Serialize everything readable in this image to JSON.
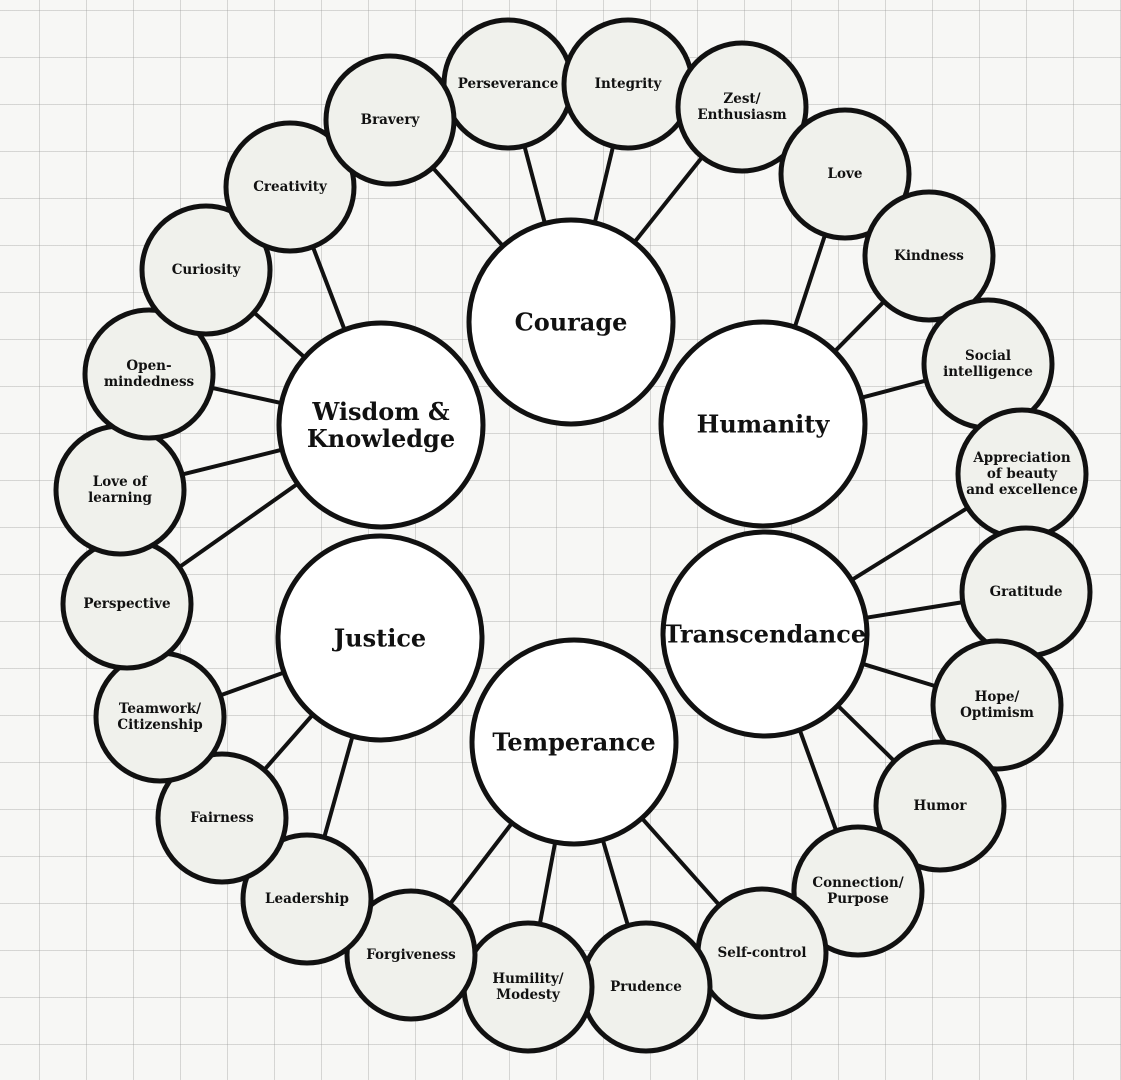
{
  "virtues": [
    {
      "id": "courage",
      "lines": [
        "Courage"
      ]
    },
    {
      "id": "humanity",
      "lines": [
        "Humanity"
      ]
    },
    {
      "id": "transcendance",
      "lines": [
        "Transcendance"
      ]
    },
    {
      "id": "temperance",
      "lines": [
        "Temperance"
      ]
    },
    {
      "id": "justice",
      "lines": [
        "Justice"
      ]
    },
    {
      "id": "wisdom",
      "lines": [
        "Wisdom &",
        "Knowledge"
      ]
    }
  ],
  "strengths": [
    {
      "id": "perseverance",
      "virtue": "courage",
      "lines": [
        "Perseverance"
      ]
    },
    {
      "id": "integrity",
      "virtue": "courage",
      "lines": [
        "Integrity"
      ]
    },
    {
      "id": "zest",
      "virtue": "courage",
      "lines": [
        "Zest/",
        "Enthusiasm"
      ]
    },
    {
      "id": "love",
      "virtue": "humanity",
      "lines": [
        "Love"
      ]
    },
    {
      "id": "kindness",
      "virtue": "humanity",
      "lines": [
        "Kindness"
      ]
    },
    {
      "id": "social-intelligence",
      "virtue": "humanity",
      "lines": [
        "Social",
        "intelligence"
      ]
    },
    {
      "id": "appreciation",
      "virtue": "transcendance",
      "lines": [
        "Appreciation",
        "of beauty",
        "and excellence"
      ]
    },
    {
      "id": "gratitude",
      "virtue": "transcendance",
      "lines": [
        "Gratitude"
      ]
    },
    {
      "id": "hope",
      "virtue": "transcendance",
      "lines": [
        "Hope/",
        "Optimism"
      ]
    },
    {
      "id": "humor",
      "virtue": "transcendance",
      "lines": [
        "Humor"
      ]
    },
    {
      "id": "connection",
      "virtue": "transcendance",
      "lines": [
        "Connection/",
        "Purpose"
      ]
    },
    {
      "id": "self-control",
      "virtue": "temperance",
      "lines": [
        "Self-control"
      ]
    },
    {
      "id": "prudence",
      "virtue": "temperance",
      "lines": [
        "Prudence"
      ]
    },
    {
      "id": "humility",
      "virtue": "temperance",
      "lines": [
        "Humility/",
        "Modesty"
      ]
    },
    {
      "id": "forgiveness",
      "virtue": "temperance",
      "lines": [
        "Forgiveness"
      ]
    },
    {
      "id": "leadership",
      "virtue": "justice",
      "lines": [
        "Leadership"
      ]
    },
    {
      "id": "fairness",
      "virtue": "justice",
      "lines": [
        "Fairness"
      ]
    },
    {
      "id": "teamwork",
      "virtue": "justice",
      "lines": [
        "Teamwork/",
        "Citizenship"
      ]
    },
    {
      "id": "perspective",
      "virtue": "wisdom",
      "lines": [
        "Perspective"
      ]
    },
    {
      "id": "love-of-learning",
      "virtue": "wisdom",
      "lines": [
        "Love of",
        "learning"
      ]
    },
    {
      "id": "open-mindedness",
      "virtue": "wisdom",
      "lines": [
        "Open-",
        "mindedness"
      ]
    },
    {
      "id": "curiosity",
      "virtue": "wisdom",
      "lines": [
        "Curiosity"
      ]
    },
    {
      "id": "creativity",
      "virtue": "wisdom",
      "lines": [
        "Creativity"
      ]
    },
    {
      "id": "bravery",
      "virtue": "courage",
      "lines": [
        "Bravery"
      ]
    }
  ]
}
